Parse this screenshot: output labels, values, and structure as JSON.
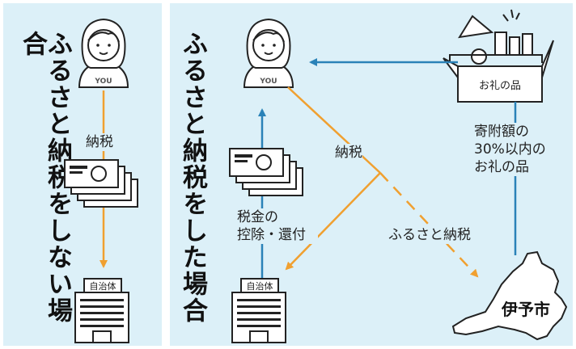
{
  "left_panel": {
    "title": "ふるさと納税をしない場合",
    "person_badge": "YOU",
    "tax_label": "納税",
    "building_label": "自治体"
  },
  "right_panel": {
    "title": "ふるさと納税をした場合",
    "person_badge": "YOU",
    "box_label": "お礼の品",
    "gift_rule_lines": [
      "寄附額の",
      "30%以内の",
      "お礼の品"
    ],
    "tax_label": "納税",
    "deduction_lines": [
      "税金の",
      "控除・還付"
    ],
    "furusato_label": "ふるさと納税",
    "building_label": "自治体",
    "city_label": "伊予市"
  },
  "colors": {
    "panel_bg": "#dcf0f8",
    "orange_arrow": "#f0a030",
    "blue_arrow": "#2a82b8",
    "outline": "#222222"
  }
}
